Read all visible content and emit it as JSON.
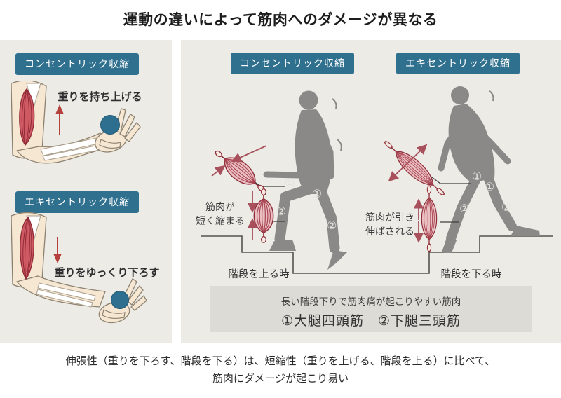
{
  "title": "運動の違いによって筋肉へのダメージが異なる",
  "left_panel": {
    "concentric": {
      "header": "コンセントリック収縮",
      "caption": "重りを持ち上げる"
    },
    "eccentric": {
      "header": "エキセントリック収縮",
      "caption": "重りをゆっくり下ろす"
    }
  },
  "right_panel": {
    "concentric_header": "コンセントリック収縮",
    "eccentric_header": "エキセントリック収縮",
    "muscle_shorten_line1": "筋肉が",
    "muscle_shorten_line2": "短く縮まる",
    "muscle_stretch_line1": "筋肉が引き",
    "muscle_stretch_line2": "伸ばされる",
    "stairs_up_label": "階段を上る時",
    "stairs_down_label": "階段を下る時",
    "marker_quadriceps": "①",
    "marker_triceps_surae": "②",
    "info_box": {
      "line1": "長い階段下りで筋肉痛が起こりやすい筋肉",
      "line2": "①大腿四頭筋　②下腿三頭筋"
    }
  },
  "footnote": {
    "line1": "伸張性（重りを下ろす、階段を下る）は、短縮性（重りを上げる、階段を上る）に比べて、",
    "line2": "筋肉にダメージが起こり易い"
  },
  "colors": {
    "accent_teal": "#30708f",
    "panel_background": "#ecebe6",
    "infobox_background": "#dcdbd5",
    "muscle_red": "#8f2b38",
    "arrow_red": "#a8515c",
    "silhouette_gray": "#8a8988",
    "skin": "#f6e7d3"
  }
}
